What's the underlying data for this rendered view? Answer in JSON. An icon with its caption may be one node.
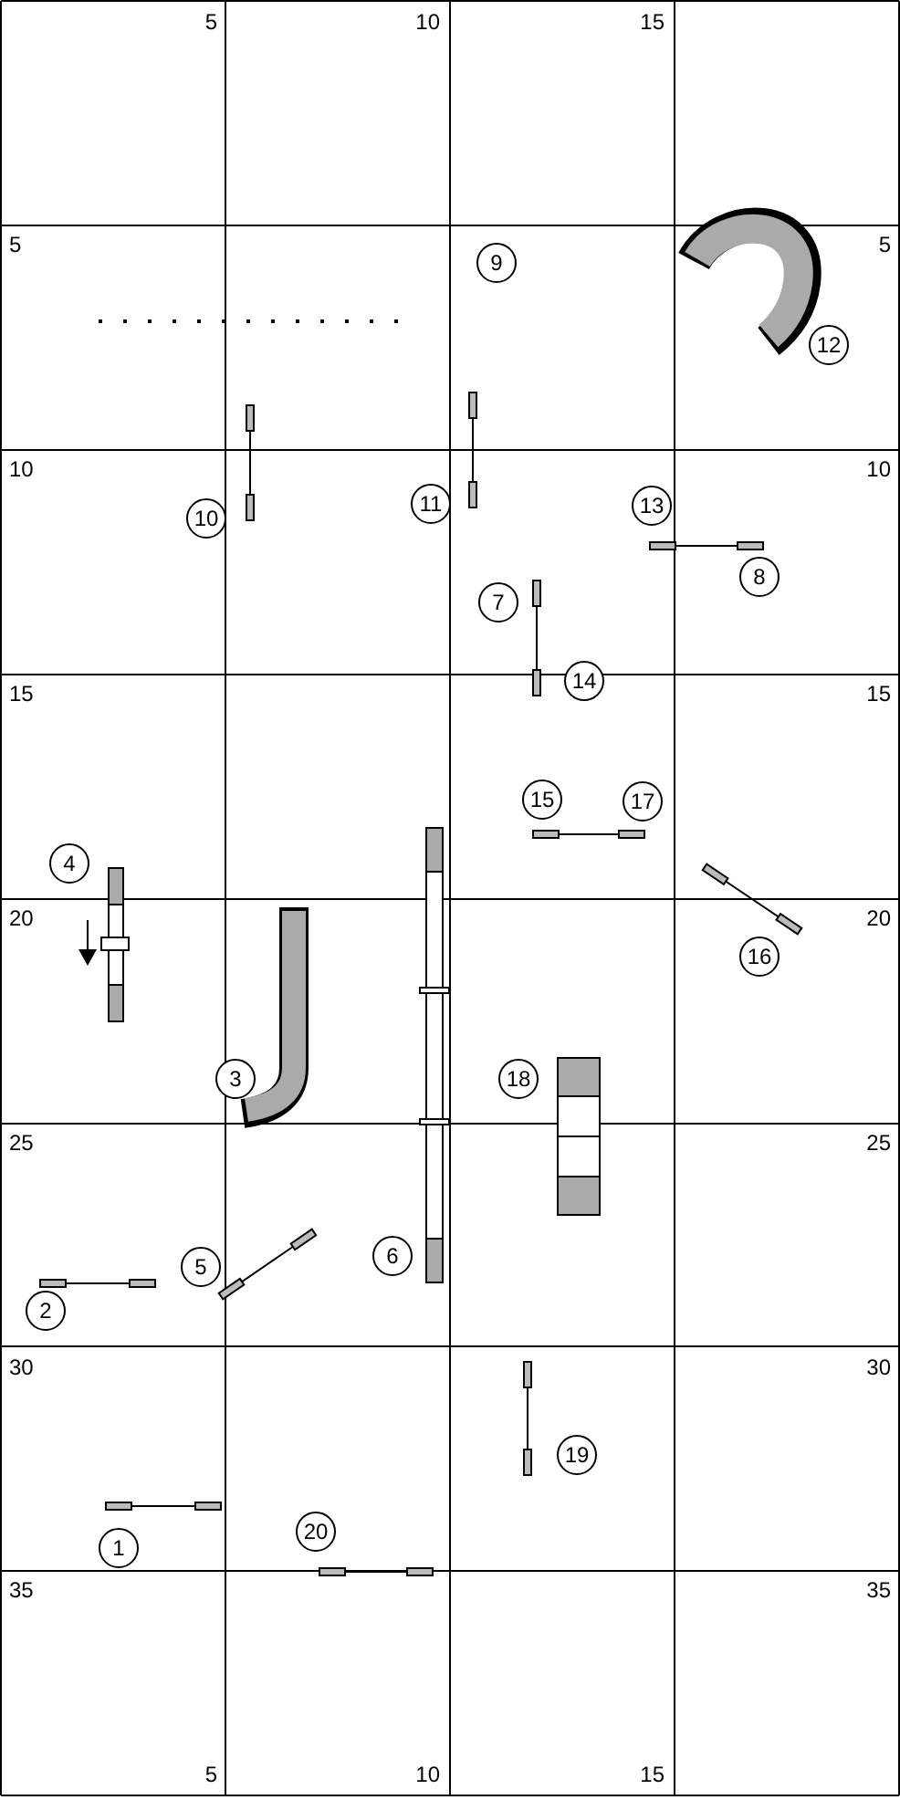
{
  "diagram": {
    "nodes": [
      {
        "text": [
          "9"
        ]
      },
      {
        "text": [
          "12"
        ]
      },
      {
        "text": [
          "11"
        ]
      },
      {
        "text": [
          "13"
        ]
      },
      {
        "text": [
          "10"
        ]
      },
      {
        "text": [
          "8"
        ]
      },
      {
        "text": [
          "7"
        ]
      },
      {
        "text": [
          "14"
        ]
      },
      {
        "text": [
          "15"
        ]
      },
      {
        "text": [
          "17"
        ]
      },
      {
        "text": [
          "4"
        ]
      },
      {
        "text": [
          "16"
        ]
      },
      {
        "text": [
          "3"
        ]
      },
      {
        "text": [
          "18"
        ]
      },
      {
        "text": [
          "6"
        ]
      },
      {
        "text": [
          "5"
        ]
      },
      {
        "text": [
          "2"
        ]
      },
      {
        "text": [
          "19"
        ]
      },
      {
        "text": [
          "20"
        ]
      },
      {
        "text": [
          "1"
        ]
      }
    ],
    "labels": [
      "5",
      "10",
      "15",
      "5",
      "5",
      "10",
      "10",
      "15",
      "15",
      "20",
      "20",
      "25",
      "25",
      "30",
      "30",
      "35",
      "35",
      "5",
      "10",
      "15"
    ]
  }
}
